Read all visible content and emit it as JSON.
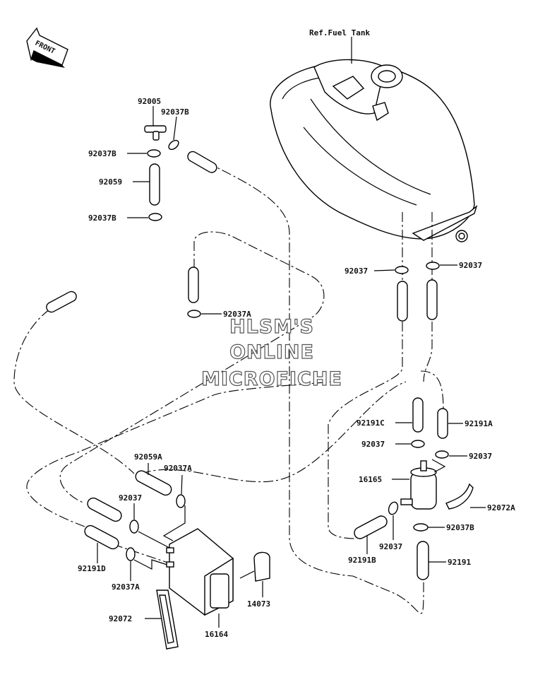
{
  "front_label": "FRONT",
  "tank_ref": "Ref.Fuel Tank",
  "watermark": [
    "HLSM'S",
    "ONLINE",
    "MICROFICHE"
  ],
  "parts": {
    "p92005": "92005",
    "p92037B_top": "92037B",
    "p92037B_left1": "92037B",
    "p92059": "92059",
    "p92037B_left2": "92037B",
    "p92037_l": "92037",
    "p92037_r": "92037",
    "p92037A_mid": "92037A",
    "p92191C": "92191C",
    "p92191A": "92191A",
    "p92037_c1": "92037",
    "p92037_c2": "92037",
    "p16165": "16165",
    "p92072A": "92072A",
    "p92037B_low": "92037B",
    "p92037_low": "92037",
    "p92191B": "92191B",
    "p92191": "92191",
    "p92059A": "92059A",
    "p92037A_up": "92037A",
    "p92037_left": "92037",
    "p92191D": "92191D",
    "p92037A_low": "92037A",
    "p14073": "14073",
    "p92072": "92072",
    "p16164": "16164"
  }
}
